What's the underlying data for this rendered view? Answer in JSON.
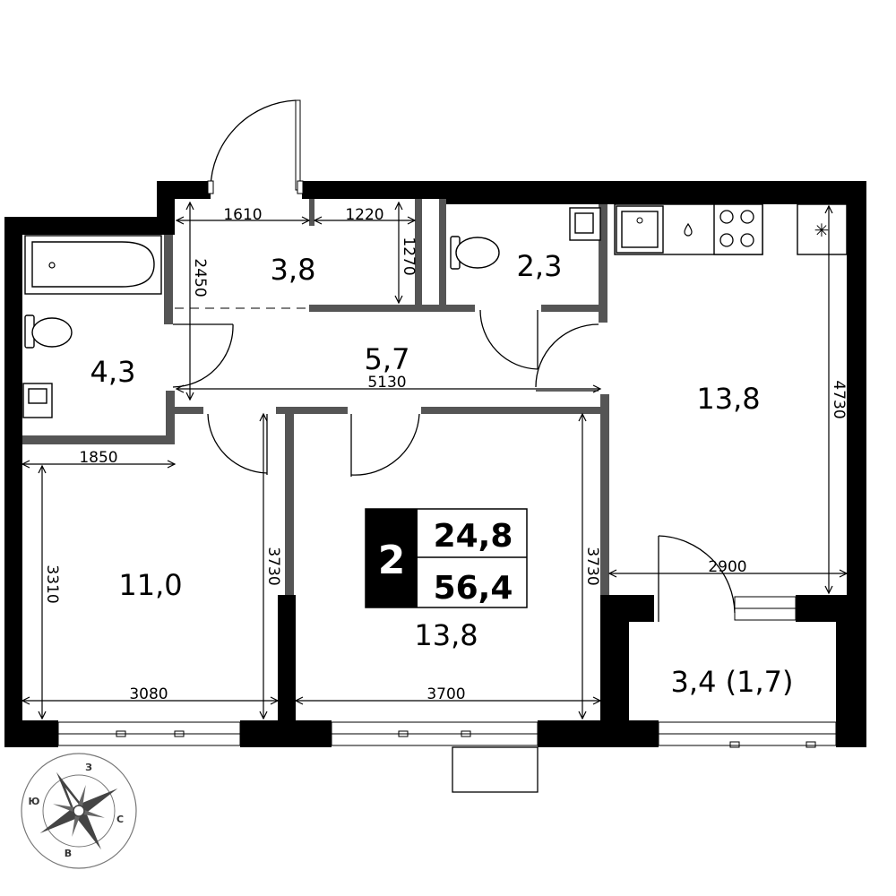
{
  "rooms": {
    "hall_small": "3,8",
    "wc": "2,3",
    "bathroom": "4,3",
    "corridor": "5,7",
    "kitchen": "13,8",
    "bedroom_left": "11,0",
    "living": "13,8",
    "balcony": "3,4 (1,7)"
  },
  "dimensions": {
    "d1610": "1610",
    "d1220": "1220",
    "d1270": "1270",
    "d2450": "2450",
    "d5130": "5130",
    "d4730": "4730",
    "d1850": "1850",
    "d3310": "3310",
    "d3730a": "3730",
    "d3730b": "3730",
    "d2900": "2900",
    "d3080": "3080",
    "d3700": "3700"
  },
  "badge": {
    "rooms_count": "2",
    "living_area": "24,8",
    "total_area": "56,4"
  },
  "compass": {
    "n": "З",
    "e": "С",
    "s": "В",
    "w": "Ю"
  },
  "icons": [
    "compass-rose-icon",
    "bathtub-icon",
    "toilet-icon",
    "sink-icon",
    "stove-icon",
    "kitchen-sink-icon",
    "extractor-icon"
  ]
}
